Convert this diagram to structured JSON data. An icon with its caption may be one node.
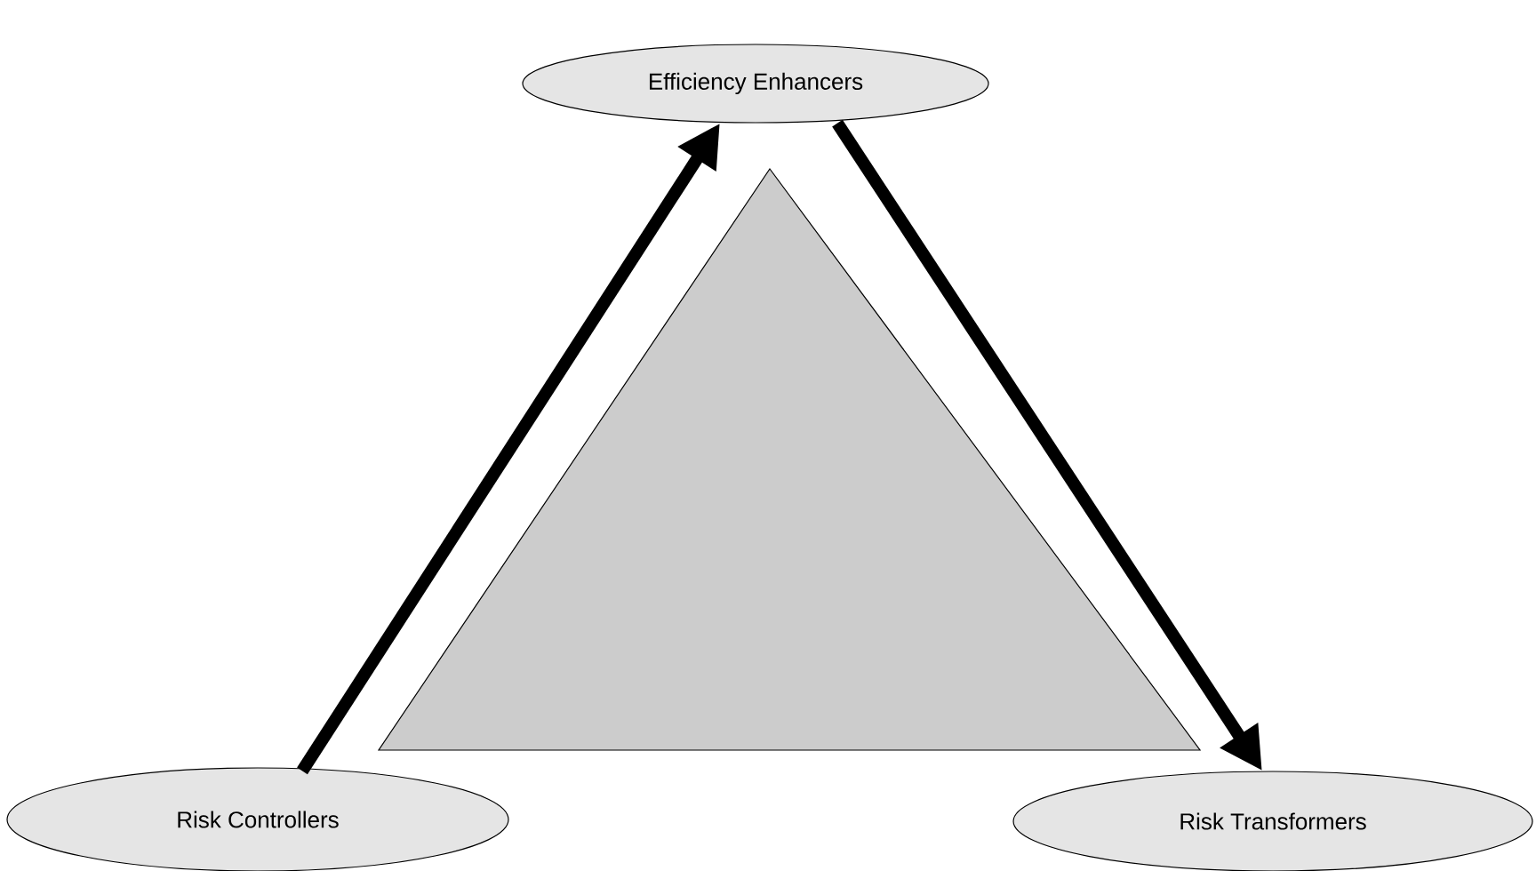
{
  "diagram": {
    "nodes": [
      {
        "text": [
          "Efficiency Enhancers"
        ]
      },
      {
        "text": [
          "Risk Controllers"
        ]
      },
      {
        "text": [
          "Risk Transformers"
        ]
      }
    ],
    "edges": [
      {
        "from": 1,
        "to": 0,
        "arrow": "to"
      },
      {
        "from": 0,
        "to": 2,
        "arrow": "to"
      }
    ]
  }
}
